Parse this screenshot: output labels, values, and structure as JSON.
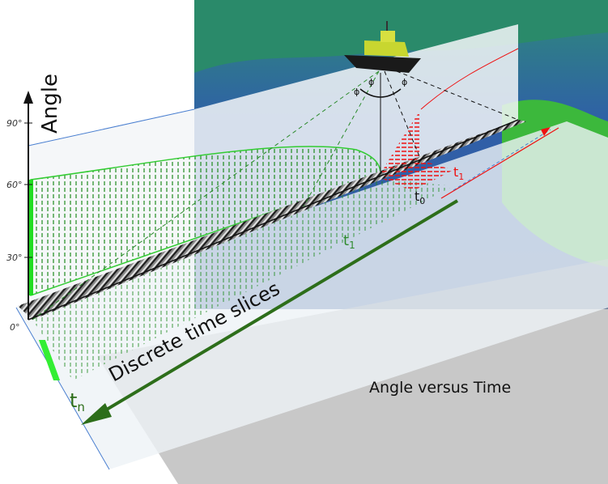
{
  "axis": {
    "title": "Angle",
    "ticks": [
      "90°",
      "60°",
      "30°",
      "0°"
    ]
  },
  "labels": {
    "slices": "Discrete time slices",
    "tn": "t",
    "tn_sub": "n",
    "t1_green": "t",
    "t1_green_sub": "1",
    "t0": "t",
    "t0_sub": "0",
    "t1_red": "t",
    "t1_red_sub": "1",
    "phi_left": "ϕ",
    "phi_mid": "ϕ",
    "phi_right": "ϕ"
  },
  "caption": "Angle versus Time",
  "colors": {
    "green": "#22aa22",
    "red": "#ee1111",
    "dark_green": "#2d6e1a",
    "sea": "#3a66a8"
  }
}
